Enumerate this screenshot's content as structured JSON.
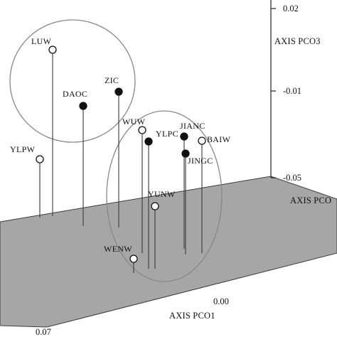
{
  "chart_data": {
    "type": "scatter",
    "subtype": "3d-drop-line",
    "axes": {
      "x_label": "AXIS PCO1",
      "y_label": "AXIS PCO",
      "z_label": "AXIS PCO3",
      "ticks": {
        "x": [
          "0.00",
          "0.07"
        ],
        "z": [
          "0.02",
          "-0.01",
          "-0.05"
        ]
      }
    },
    "points": [
      {
        "label": "LUW",
        "marker": "open",
        "group": 1
      },
      {
        "label": "DAOC",
        "marker": "filled",
        "group": 1
      },
      {
        "label": "ZIC",
        "marker": "filled",
        "group": 1
      },
      {
        "label": "YLPW",
        "marker": "open",
        "group": 0
      },
      {
        "label": "WUW",
        "marker": "open",
        "group": 2
      },
      {
        "label": "YLPC",
        "marker": "filled",
        "group": 2
      },
      {
        "label": "JIANC",
        "marker": "filled",
        "group": 2
      },
      {
        "label": "BAIW",
        "marker": "open",
        "group": 2
      },
      {
        "label": "JINGC",
        "marker": "filled",
        "group": 2
      },
      {
        "label": "YUNW",
        "marker": "open",
        "group": 2
      },
      {
        "label": "WENW",
        "marker": "open",
        "group": 2
      }
    ],
    "groups": 2,
    "floor_color": "#a6a6a6",
    "grid": false,
    "legend": false
  }
}
